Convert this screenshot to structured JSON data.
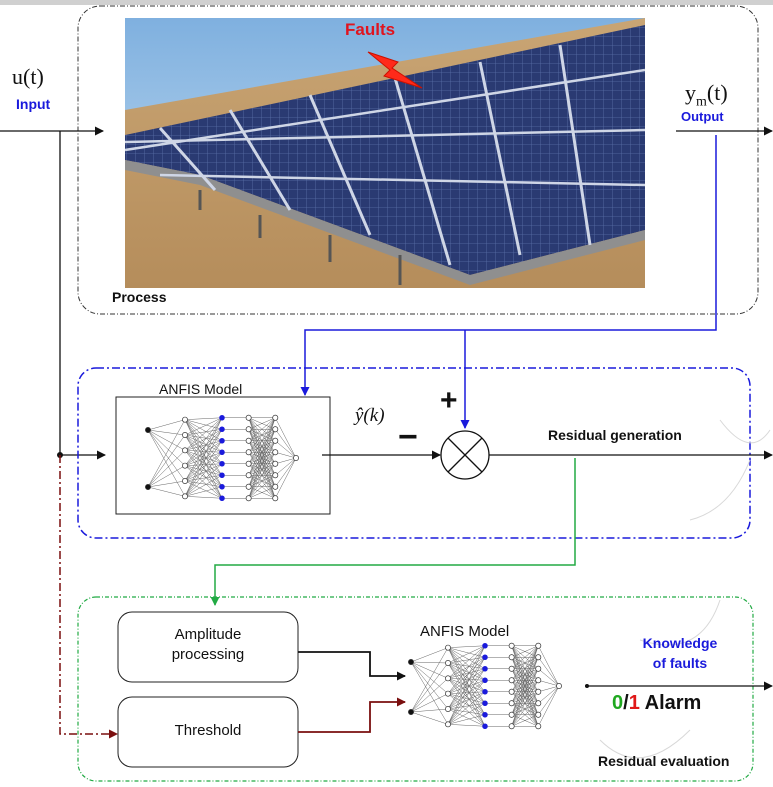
{
  "colors": {
    "blue": "#1a1adc",
    "red": "#e0141e",
    "green": "#22aa44",
    "dark_red": "#7a0f0f",
    "alarm_green": "#1fa81f",
    "alarm_red": "#e01818",
    "black": "#111111"
  },
  "process": {
    "faults_label": "Faults",
    "label": "Process",
    "input_var": "u(t)",
    "input_label": "Input",
    "output_var": "y",
    "output_sub": "m",
    "output_paren": "(t)",
    "output_label": "Output"
  },
  "residual_generation": {
    "model_label": "ANFIS Model",
    "estimate_label": "ŷ(k)",
    "plus": "+",
    "minus": "−",
    "label": "Residual generation"
  },
  "residual_evaluation": {
    "amplitude_label": "Amplitude\nprocessing",
    "threshold_label": "Threshold",
    "model_label": "ANFIS Model",
    "knowledge_label": "Knowledge\nof faults",
    "alarm_zero": "0",
    "alarm_slash": "/",
    "alarm_one": "1",
    "alarm_text": " Alarm",
    "label": "Residual evaluation"
  },
  "icons": [
    "lightning-icon",
    "summing-junction-icon",
    "neural-network-icon"
  ]
}
